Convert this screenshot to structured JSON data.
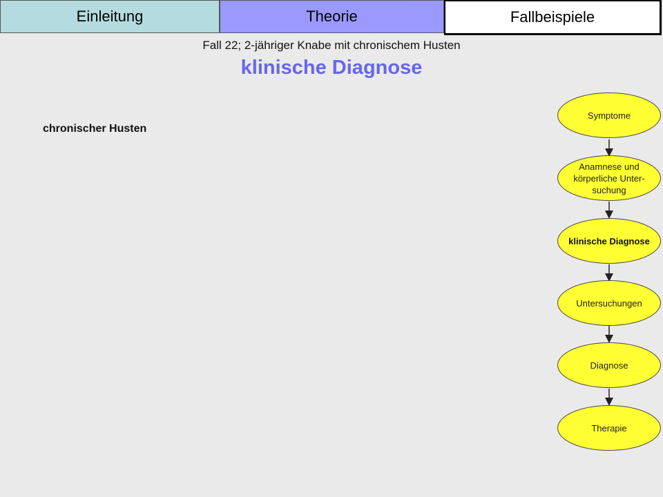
{
  "tabs": [
    {
      "label": "Einleitung",
      "color": "#b4dbe0"
    },
    {
      "label": "Theorie",
      "color": "#9999ff"
    },
    {
      "label": "Fallbeispiele",
      "color": "#ffffff",
      "active": true
    }
  ],
  "header": {
    "subtitle": "Fall 22; 2-jähriger Knabe mit chronischem Husten",
    "title": "klinische Diagnose",
    "title_color": "#6666ee"
  },
  "content": {
    "text": "chronischer Husten"
  },
  "flowchart": {
    "node_color": "#ffff33",
    "nodes": [
      {
        "label": "Symptome"
      },
      {
        "label": "Anamnese und körperliche Unter-suchung"
      },
      {
        "label": "klinische Diagnose",
        "active": true
      },
      {
        "label": "Untersuchungen"
      },
      {
        "label": "Diagnose"
      },
      {
        "label": "Therapie"
      }
    ]
  }
}
